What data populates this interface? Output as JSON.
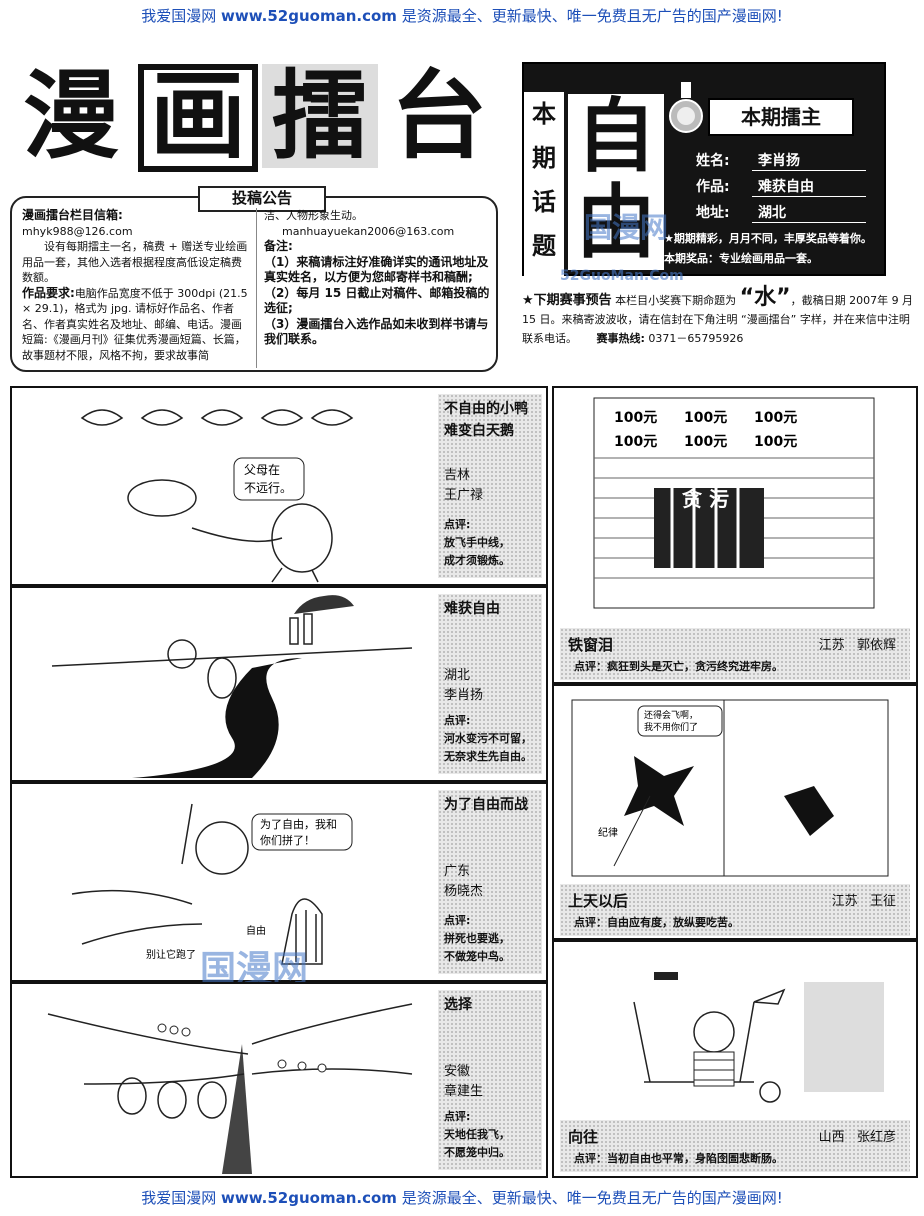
{
  "banner": {
    "prefix": "我爱国漫网 ",
    "url": "www.52guoman.com",
    "suffix": " 是资源最全、更新最快、唯一免费且无广告的国产漫画网!"
  },
  "title": {
    "c1": "漫",
    "c2": "画",
    "c3": "擂",
    "c4": "台"
  },
  "notice": {
    "title": "投稿公告",
    "mail_label": "漫画擂台栏目信箱:",
    "mail1": "mhyk988@126.com",
    "p1": "设有每期擂主一名，稿费 + 赠送专业绘画用品一套，其他入选者根据程度高低设定稿费数额。",
    "req_label": "作品要求:",
    "req_text": "电脑作品宽度不低于 300dpi (21.5 × 29.1)，格式为 jpg. 请标好作品名、作者名、作者真实姓名及地址、邮编、电话。漫画短篇:《漫画月刊》征集优秀漫画短篇、长篇，故事题材不限，风格不拘，要求故事简",
    "p_cont": "洁、人物形象生动。",
    "mail2": "manhuayuekan2006@163.com",
    "remark_label": "备注:",
    "r1": "（1）来稿请标注好准确详实的通讯地址及真实姓名，以方便为您邮寄样书和稿酬;",
    "r2": "（2）每月 15 日截止对稿件、邮箱投稿的选征;",
    "r3": "（3）漫画擂台入选作品如未收到样书请与我们联系。"
  },
  "champion": {
    "side1": "本",
    "side2": "期",
    "side3": "话",
    "side4": "题",
    "big1": "自",
    "big2": "由",
    "tag": "本期擂主",
    "name_label": "姓名:",
    "name": "李肖扬",
    "work_label": "作品:",
    "work": "难获自由",
    "addr_label": "地址:",
    "addr": "湖北",
    "note1": "★期期精彩，月月不同，丰厚奖品等着你。",
    "note2": "本期奖品：专业绘画用品一套。"
  },
  "preview": {
    "star": "★下期赛事预告",
    "t1": "本栏目小奖赛下期命题为",
    "theme": "“水”",
    "t2": "，截稿日期 2007年 9 月 15 日。来稿寄波波收，请在信封在下角注明 “漫画擂台” 字样，并在来信中注明联系电话。",
    "hotline_label": "赛事热线:",
    "hotline": "0371－65795926"
  },
  "comics": [
    {
      "title1": "不自由的小鸭",
      "title2": "难变白天鹅",
      "province": "吉林",
      "author": "王广禄",
      "comment_label": "点评:",
      "c1": "放飞手中线，",
      "c2": "成才须锻炼。",
      "bubble1": "父母在",
      "bubble2": "不远行。"
    },
    {
      "title1": "难获自由",
      "title2": "",
      "province": "湖北",
      "author": "李肖扬",
      "comment_label": "点评:",
      "c1": "河水变污不可留，",
      "c2": "无奈求生先自由。"
    },
    {
      "title1": "为了自由而战",
      "title2": "",
      "province": "广东",
      "author": "杨晓杰",
      "comment_label": "点评:",
      "c1": "拼死也要逃，",
      "c2": "不做笼中鸟。",
      "bubble1": "为了自由，我和",
      "bubble2": "你们拼了！",
      "label1": "别让它跑了",
      "label2": "自由"
    },
    {
      "title1": "选择",
      "title2": "",
      "province": "安徽",
      "author": "章建生",
      "comment_label": "点评:",
      "c1": "天地任我飞，",
      "c2": "不愿笼中归。"
    }
  ],
  "right_comics": [
    {
      "title": "铁窗泪",
      "province": "江苏",
      "author": "郭依辉",
      "comment": "点评：疯狂到头是灭亡，贪污终究进牢房。",
      "sign": "贪 污",
      "money": "100元"
    },
    {
      "title": "上天以后",
      "province": "江苏",
      "author": "王征",
      "comment": "点评：自由应有度，放纵要吃苦。",
      "bubble1": "还得会飞啊，",
      "bubble2": "我不用你们了",
      "string_label": "纪律"
    },
    {
      "title": "向往",
      "province": "山西",
      "author": "张红彦",
      "comment": "点评：当初自由也平常，身陷囹圄悲断肠。"
    }
  ],
  "watermark": {
    "brand": "国漫网",
    "site": "52GuoMan.Com"
  }
}
